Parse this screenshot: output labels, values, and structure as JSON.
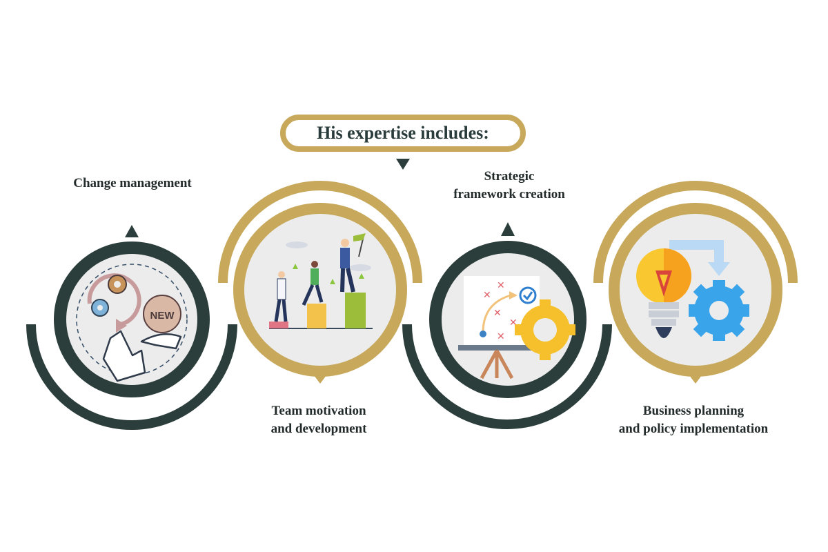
{
  "title": "His expertise includes:",
  "colors": {
    "dark": "#2b3e3b",
    "gold": "#c8a95c",
    "text": "#232a2a",
    "inner_bg": "#ececec"
  },
  "items": [
    {
      "label_line1": "Change management",
      "label_line2": "",
      "icon": "change-management-icon",
      "ring": "dark",
      "label_position": "top"
    },
    {
      "label_line1": "Team motivation",
      "label_line2": "and development",
      "icon": "team-climbing-icon",
      "ring": "gold",
      "label_position": "bottom"
    },
    {
      "label_line1": "Strategic",
      "label_line2": "framework creation",
      "icon": "strategy-board-icon",
      "ring": "dark",
      "label_position": "top"
    },
    {
      "label_line1": "Business planning",
      "label_line2": "and policy implementation",
      "icon": "lightbulb-gear-icon",
      "ring": "gold",
      "label_position": "bottom"
    }
  ]
}
